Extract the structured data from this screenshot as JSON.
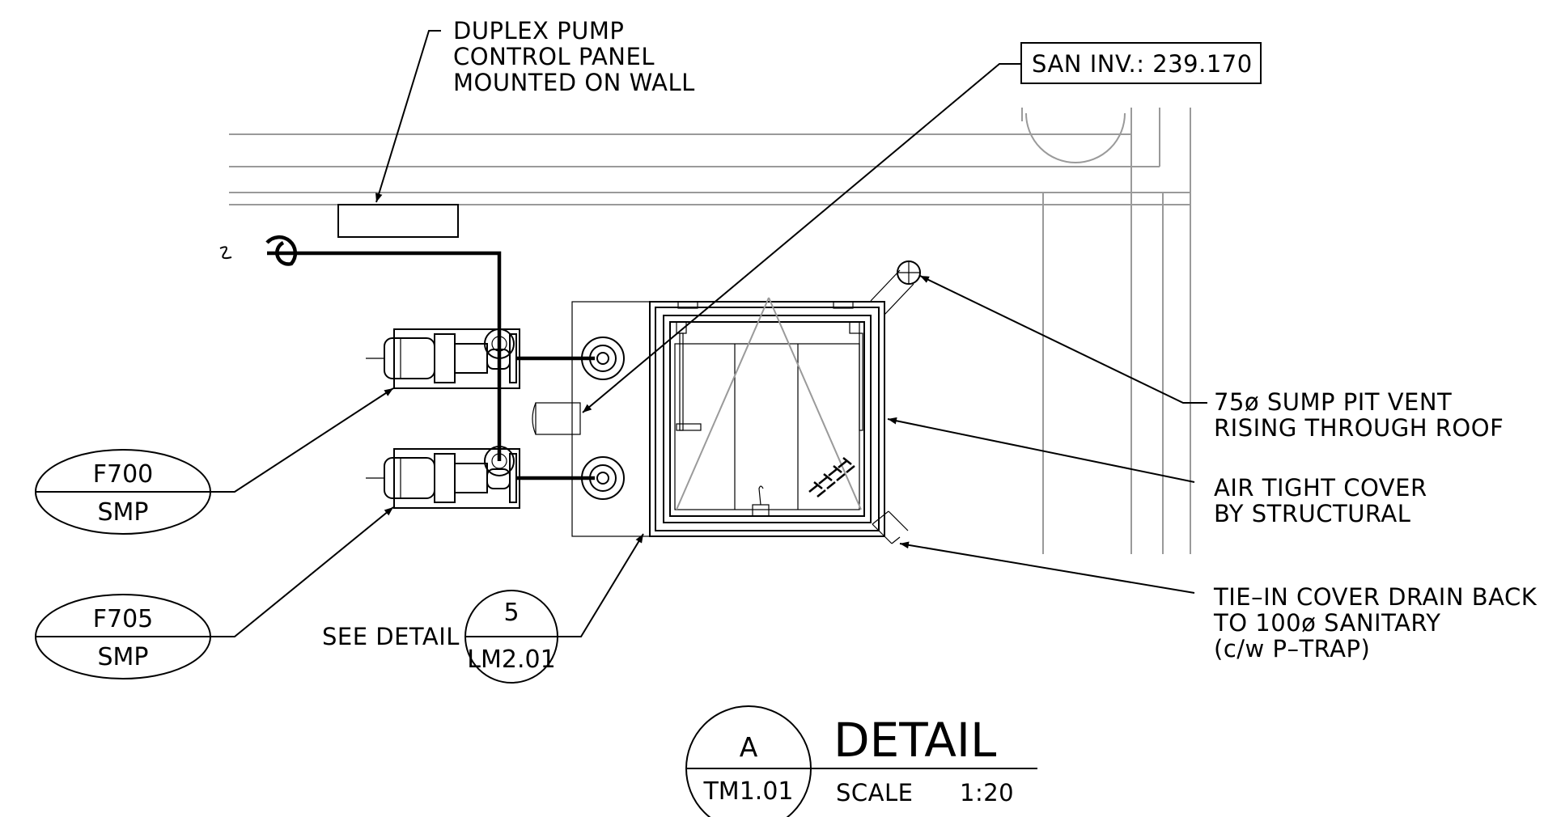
{
  "callouts": {
    "control_panel": [
      "DUPLEX PUMP",
      "CONTROL PANEL",
      "MOUNTED ON WALL"
    ],
    "invert": "SAN INV.: 239.170",
    "vent": [
      "75ø SUMP PIT VENT",
      "RISING THROUGH ROOF"
    ],
    "cover": [
      "AIR TIGHT COVER",
      "BY STRUCTURAL"
    ],
    "drain": [
      "TIE–IN COVER DRAIN BACK",
      "TO 100ø SANITARY",
      "(c/w P–TRAP)"
    ]
  },
  "tags": [
    {
      "top": "F700",
      "bottom": "SMP"
    },
    {
      "top": "F705",
      "bottom": "SMP"
    }
  ],
  "see_detail": {
    "label": "SEE DETAIL",
    "number": "5",
    "sheet": "LM2.01"
  },
  "title": {
    "letter": "A",
    "sheet": "TM1.01",
    "name": "DETAIL",
    "scale_label": "SCALE",
    "scale_value": "1:20"
  }
}
